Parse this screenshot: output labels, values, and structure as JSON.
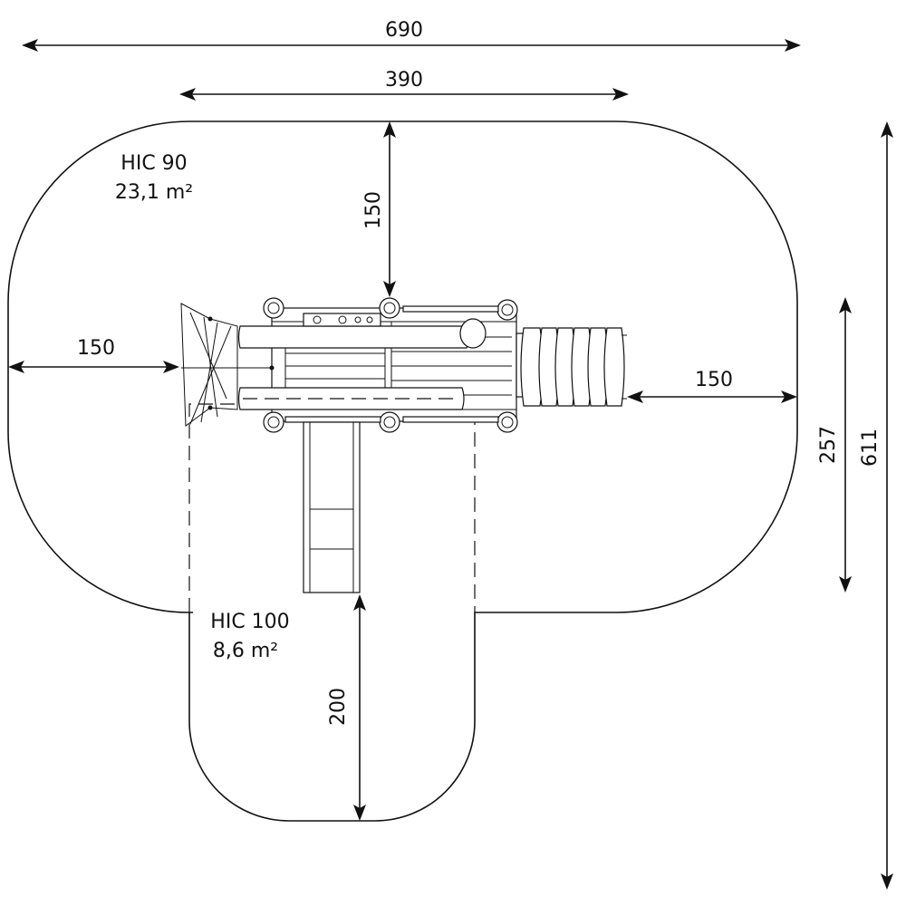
{
  "zones": {
    "hic90": {
      "label": "HIC 90",
      "area": "23,1 m²"
    },
    "hic100": {
      "label": "HIC 100",
      "area": "8,6 m²"
    }
  },
  "dimensions": {
    "total_width": "690",
    "inner_width": "390",
    "top_clearance": "150",
    "left_clearance": "150",
    "right_clearance": "150",
    "bottom_clearance": "200",
    "equipment_depth": "257",
    "total_depth": "611"
  }
}
